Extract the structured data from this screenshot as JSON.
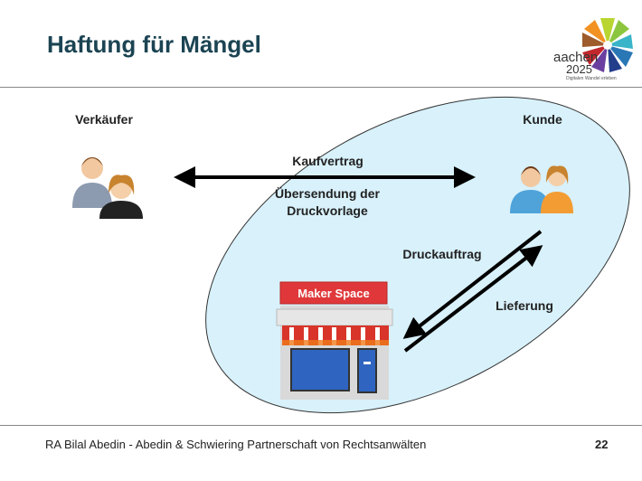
{
  "title": "Haftung für Mängel",
  "logo": {
    "line1": "aachen",
    "line2": "2025",
    "tagline": "Digitalen Wandel erleben"
  },
  "diagram": {
    "seller_label": "Verkäufer",
    "customer_label": "Kunde",
    "contract_label": "Kaufvertrag",
    "transfer_label_1": "Übersendung der",
    "transfer_label_2": "Druckvorlage",
    "order_label": "Druckauftrag",
    "delivery_label": "Lieferung",
    "shop_sign": "Maker Space"
  },
  "footer": {
    "text": "RA Bilal Abedin - Abedin & Schwiering Partnerschaft von Rechtsanwälten",
    "page": "22"
  },
  "colors": {
    "title": "#1b4453",
    "ellipse": "#d8f1fb"
  }
}
